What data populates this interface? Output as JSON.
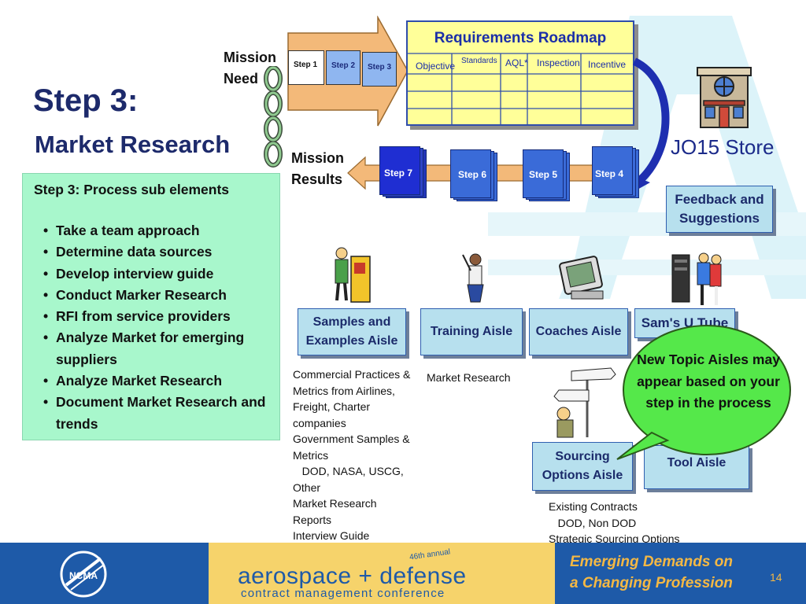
{
  "title": {
    "step": "Step 3:",
    "subtitle": "Market Research"
  },
  "mission": {
    "need": [
      "Mission",
      "Need"
    ],
    "results": [
      "Mission",
      "Results"
    ]
  },
  "process_panel": {
    "heading": "Step 3:  Process sub elements",
    "items": [
      "Take a team approach",
      "Determine data sources",
      "Develop interview guide",
      "Conduct Marker Research",
      "RFI from service providers",
      "Analyze Market for emerging suppliers",
      "Analyze Market Research",
      "Document Market Research and trends"
    ]
  },
  "roadmap": {
    "title": "Requirements Roadmap",
    "columns": [
      "Objective",
      "Standards",
      "AQL*",
      "Inspection",
      "Incentive"
    ]
  },
  "top_steps": [
    "Step 1",
    "Step 2",
    "Step 3"
  ],
  "result_steps": [
    "Step 7",
    "Step 6",
    "Step 5",
    "Step 4"
  ],
  "store": {
    "name": "JO15 Store",
    "feedback": "Feedback and Suggestions"
  },
  "aisles": {
    "samples": "Samples and Examples Aisle",
    "training": "Training Aisle",
    "coaches": "Coaches Aisle",
    "sams": "Sam's U Tube",
    "sourcing": "Sourcing Options Aisle",
    "tool": "Tool Aisle"
  },
  "samples_details": [
    "Commercial Practices &",
    "Metrics from Airlines,",
    "Freight, Charter",
    "companies",
    "Government Samples &",
    "Metrics",
    "   DOD, NASA, USCG,",
    "Other",
    "Market Research",
    "Reports",
    "Interview Guide"
  ],
  "training_details": "Market Research",
  "sourcing_details": [
    "Existing Contracts",
    "   DOD, Non DOD",
    "Strategic Sourcing Options"
  ],
  "bubble": "New Topic Aisles may appear based on your step in the process",
  "footer": {
    "annual": "46th annual",
    "logo_text": "NCMA",
    "conference": "aerospace + defense",
    "conference_sub": "contract management conference",
    "tagline_1": "Emerging Demands on",
    "tagline_2": "a Changing Profession",
    "page": "14"
  },
  "colors": {
    "title": "#1d2a6b",
    "panel_green": "#a8f7cc",
    "roadmap_yellow": "#ffff99",
    "step_blue": "#3a6bd8",
    "aisle_blue": "#b7e0ee",
    "bubble_green": "#55e84a",
    "footer_blue": "#1e5aa8",
    "footer_gold": "#f6d36b"
  }
}
